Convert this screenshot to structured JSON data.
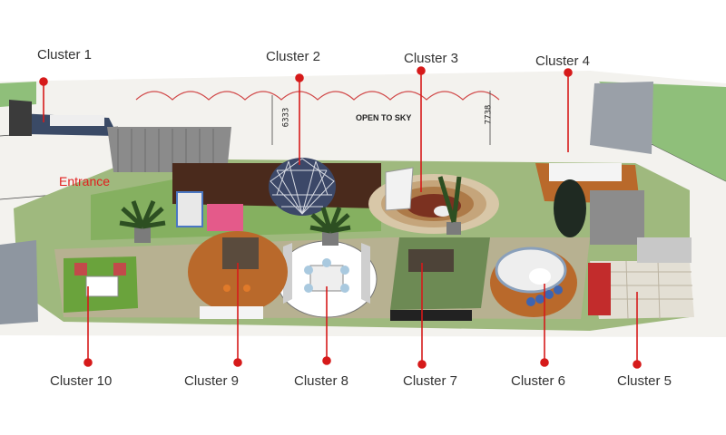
{
  "colors": {
    "accent": "#d61a1a",
    "label_text": "#333333",
    "entrance_text": "#e0201f",
    "grass": "#8fb56a",
    "wood_floor": "#b9692b",
    "stone_floor": "#b7b191",
    "sky_green": "#8fbf7a"
  },
  "plan": {
    "entrance_label": "Entrance",
    "open_to_sky": "OPEN TO SKY",
    "dimension_1": "6333",
    "dimension_2": "7738"
  },
  "clusters": [
    {
      "id": "c1",
      "label": "Cluster 1"
    },
    {
      "id": "c2",
      "label": "Cluster 2"
    },
    {
      "id": "c3",
      "label": "Cluster 3"
    },
    {
      "id": "c4",
      "label": "Cluster 4"
    },
    {
      "id": "c5",
      "label": "Cluster 5"
    },
    {
      "id": "c6",
      "label": "Cluster 6"
    },
    {
      "id": "c7",
      "label": "Cluster 7"
    },
    {
      "id": "c8",
      "label": "Cluster 8"
    },
    {
      "id": "c9",
      "label": "Cluster 9"
    },
    {
      "id": "c10",
      "label": "Cluster 10"
    }
  ]
}
